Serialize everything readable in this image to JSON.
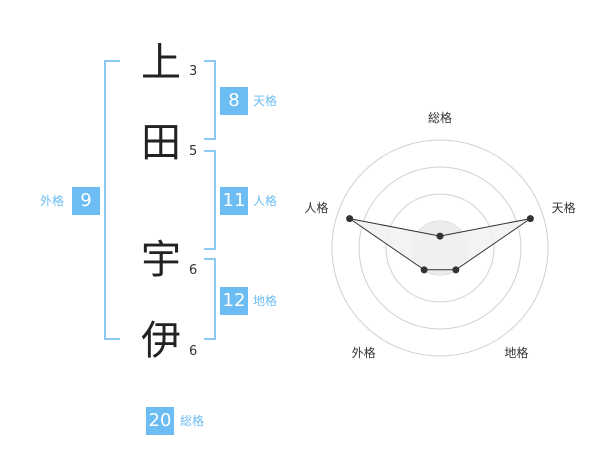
{
  "name": {
    "chars": [
      {
        "char": "上",
        "strokes": "3"
      },
      {
        "char": "田",
        "strokes": "5"
      },
      {
        "char": "宇",
        "strokes": "6"
      },
      {
        "char": "伊",
        "strokes": "6"
      }
    ]
  },
  "kaku": {
    "tenkaku": {
      "value": "8",
      "label": "天格"
    },
    "jinkaku": {
      "value": "11",
      "label": "人格"
    },
    "chikaku": {
      "value": "12",
      "label": "地格"
    },
    "gaikaku": {
      "value": "9",
      "label": "外格"
    },
    "soukaku": {
      "value": "20",
      "label": "総格"
    }
  },
  "colors": {
    "accent": "#6bbdf3",
    "bracket": "#8cc9f3",
    "radar_fill": "#f1f1f1"
  },
  "chart_data": {
    "type": "radar",
    "axes": [
      "総格",
      "天格",
      "地格",
      "外格",
      "人格"
    ],
    "values": [
      0.11,
      0.88,
      0.25,
      0.25,
      0.88
    ],
    "rings": 4
  }
}
